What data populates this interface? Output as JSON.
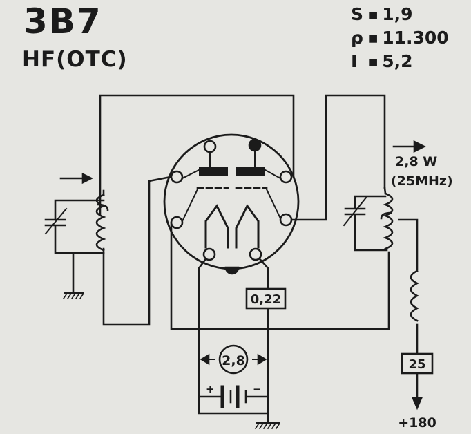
{
  "header": {
    "tube_name": "3B7",
    "tube_type": "HF(OTC)"
  },
  "parameters": [
    {
      "symbol": "S",
      "value": "1,9"
    },
    {
      "symbol": "ρ",
      "value": "11.300"
    },
    {
      "symbol": "I",
      "value": "5,2"
    }
  ],
  "labels": {
    "power_out": "2,8 W",
    "frequency": "(25MHz)",
    "grid_resistor": "0,22",
    "filament_voltage": "2,8",
    "anode_resistor": "25",
    "supply": "+180",
    "battery_plus": "+",
    "battery_minus": "−"
  }
}
